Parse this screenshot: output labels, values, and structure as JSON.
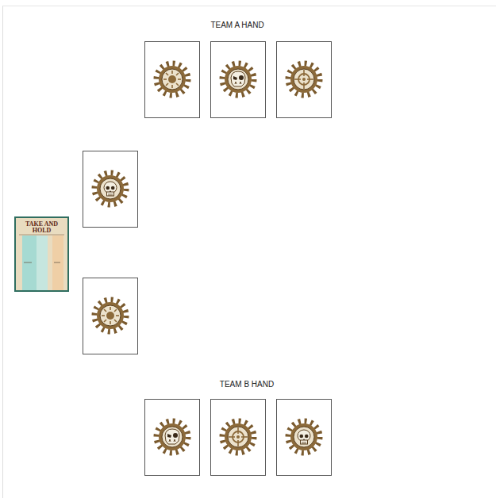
{
  "diagram": {
    "nodes": [
      {
        "text": [
          "TAKE AND HOLD"
        ]
      }
    ],
    "labels": [
      "TEAM A HAND",
      "TEAM B HAND"
    ]
  }
}
